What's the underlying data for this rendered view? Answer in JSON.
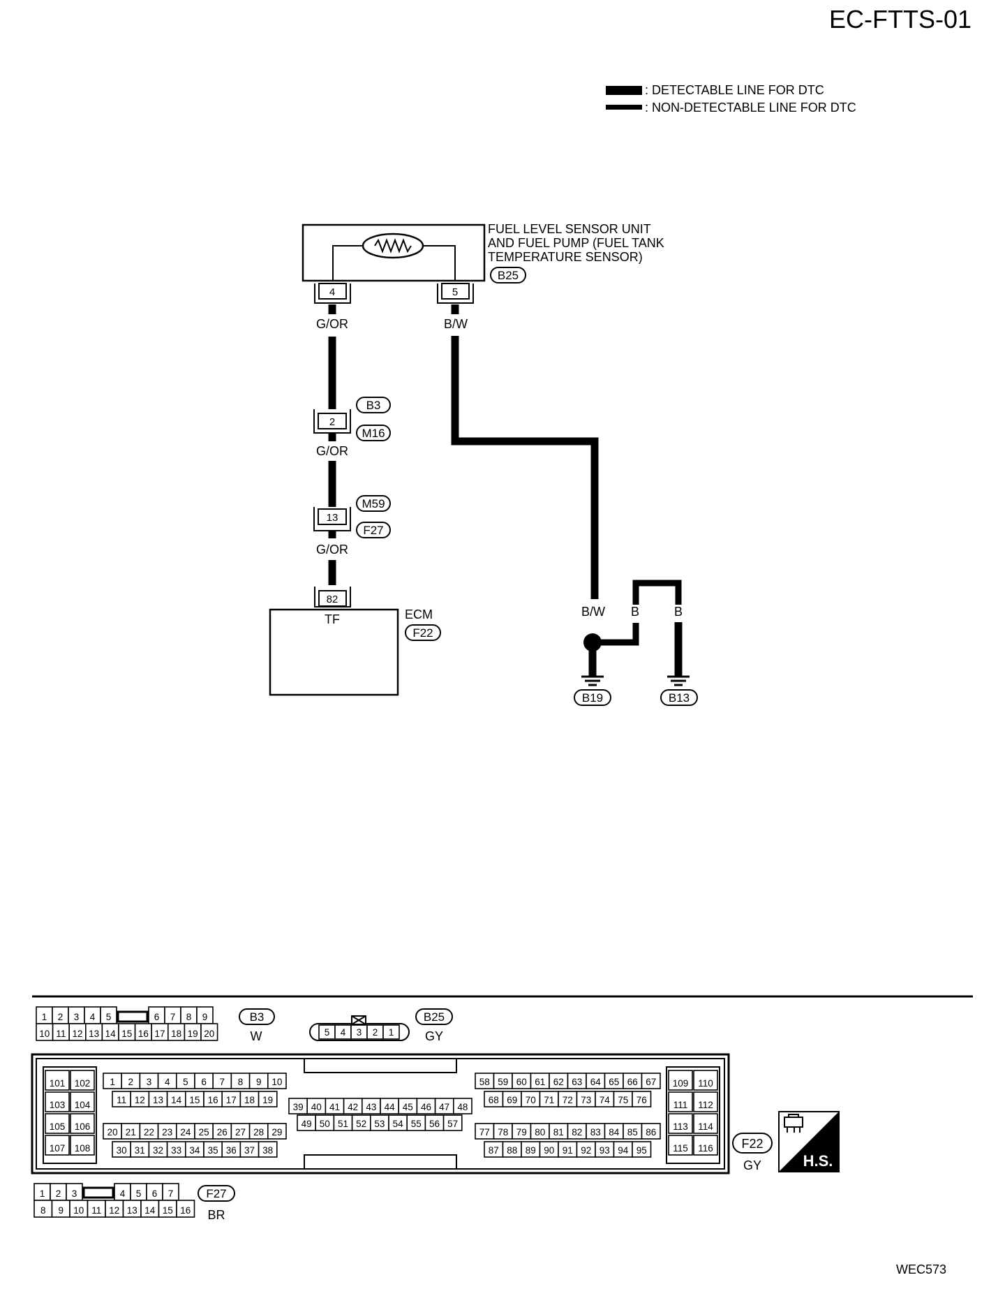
{
  "header": {
    "diagram_id": "EC-FTTS-01"
  },
  "legend": {
    "detectable": ": DETECTABLE LINE FOR DTC",
    "non_detectable": ": NON-DETECTABLE LINE FOR DTC"
  },
  "sensor": {
    "name_lines": [
      "FUEL LEVEL SENSOR UNIT",
      "AND FUEL PUMP (FUEL TANK",
      "TEMPERATURE SENSOR)"
    ],
    "connector": "B25",
    "pin_left": "4",
    "pin_right": "5"
  },
  "wires": {
    "left_color": "G/OR",
    "right_color": "B/W",
    "ground_right_color": "B"
  },
  "junction1": {
    "pin": "2",
    "conn_top": "B3",
    "conn_bottom": "M16"
  },
  "junction2": {
    "pin": "13",
    "conn_top": "M59",
    "conn_bottom": "F27"
  },
  "ecm": {
    "name": "ECM",
    "connector": "F22",
    "pin": "82",
    "terminal": "TF"
  },
  "grounds": {
    "left": "B19",
    "right": "B13"
  },
  "connector_views": {
    "b3": {
      "id": "B3",
      "color": "W",
      "top": [
        "1",
        "2",
        "3",
        "4",
        "5",
        "",
        "6",
        "7",
        "8",
        "9"
      ],
      "bottom": [
        "10",
        "11",
        "12",
        "13",
        "14",
        "15",
        "16",
        "17",
        "18",
        "19",
        "20"
      ]
    },
    "b25": {
      "id": "B25",
      "color": "GY",
      "pins": [
        "5",
        "4",
        "3",
        "2",
        "1"
      ]
    },
    "f22": {
      "id": "F22",
      "color": "GY",
      "left_pairs": [
        [
          "101",
          "102"
        ],
        [
          "103",
          "104"
        ],
        [
          "105",
          "106"
        ],
        [
          "107",
          "108"
        ]
      ],
      "g1_r1": [
        "1",
        "2",
        "3",
        "4",
        "5",
        "6",
        "7",
        "8",
        "9",
        "10"
      ],
      "g1_r2": [
        "11",
        "12",
        "13",
        "14",
        "15",
        "16",
        "17",
        "18",
        "19"
      ],
      "g2_r1": [
        "20",
        "21",
        "22",
        "23",
        "24",
        "25",
        "26",
        "27",
        "28",
        "29"
      ],
      "g2_r2": [
        "30",
        "31",
        "32",
        "33",
        "34",
        "35",
        "36",
        "37",
        "38"
      ],
      "m_r1": [
        "39",
        "40",
        "41",
        "42",
        "43",
        "44",
        "45",
        "46",
        "47",
        "48"
      ],
      "m_r2": [
        "49",
        "50",
        "51",
        "52",
        "53",
        "54",
        "55",
        "56",
        "57"
      ],
      "r1_r1": [
        "58",
        "59",
        "60",
        "61",
        "62",
        "63",
        "64",
        "65",
        "66",
        "67"
      ],
      "r1_r2": [
        "68",
        "69",
        "70",
        "71",
        "72",
        "73",
        "74",
        "75",
        "76"
      ],
      "r2_r1": [
        "77",
        "78",
        "79",
        "80",
        "81",
        "82",
        "83",
        "84",
        "85",
        "86"
      ],
      "r2_r2": [
        "87",
        "88",
        "89",
        "90",
        "91",
        "92",
        "93",
        "94",
        "95"
      ],
      "right_pairs": [
        [
          "109",
          "110"
        ],
        [
          "111",
          "112"
        ],
        [
          "113",
          "114"
        ],
        [
          "115",
          "116"
        ]
      ]
    },
    "f27": {
      "id": "F27",
      "color": "BR",
      "top": [
        "1",
        "2",
        "3",
        "",
        "4",
        "5",
        "6",
        "7"
      ],
      "bottom": [
        "8",
        "9",
        "10",
        "11",
        "12",
        "13",
        "14",
        "15",
        "16"
      ]
    }
  },
  "hs_badge": "H.S.",
  "footer": {
    "code": "WEC573"
  }
}
